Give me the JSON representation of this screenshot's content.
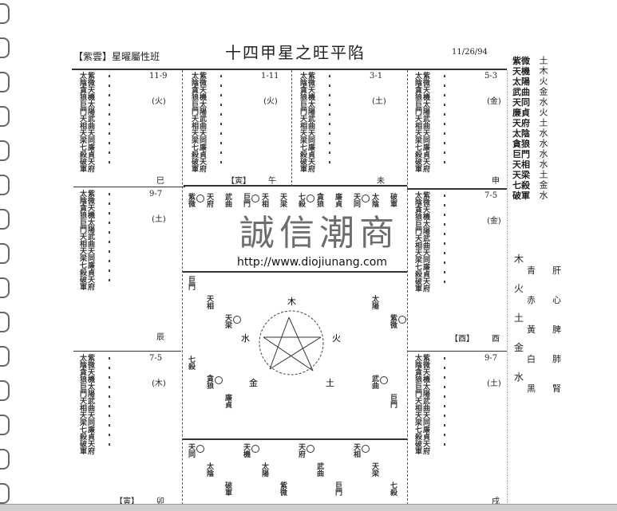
{
  "header": {
    "tag": "【紫雲】星曜屬性班",
    "title": "十四甲星之旺平陷",
    "date": "11/26/94"
  },
  "star_list": "紫微天機太陽武曲天同廉貞天府太陰貪狼巨門天相天梁七殺破軍",
  "palaces": [
    {
      "branch": "巳",
      "code": "11-9",
      "element": "(火)",
      "bracket": ""
    },
    {
      "branch": "午",
      "code": "1-11",
      "element": "(火)",
      "bracket": "【寅】"
    },
    {
      "branch": "未",
      "code": "3-1",
      "element": "(土)",
      "bracket": ""
    },
    {
      "branch": "申",
      "code": "5-3",
      "element": "(金)",
      "bracket": ""
    },
    {
      "branch": "酉",
      "code": "7-5",
      "element": "(金)",
      "bracket": "【酉】"
    },
    {
      "branch": "戌",
      "code": "9-7",
      "element": "(土)",
      "bracket": ""
    },
    {
      "branch": "辰",
      "code": "9-7",
      "element": "(土)",
      "bracket": ""
    },
    {
      "branch": "卯",
      "code": "7-5",
      "element": "(木)",
      "bracket": "【寅】"
    }
  ],
  "star_elements": {
    "stars": "紫微天機太陽武曲天同廉貞天府太陰貪狼巨門天相天梁七殺破軍",
    "elements": "土木火金水火土水水水水土金水"
  },
  "five_elements_legend": [
    {
      "element": "木",
      "color": "青",
      "organ": "肝"
    },
    {
      "element": "火",
      "color": "赤",
      "organ": "心"
    },
    {
      "element": "土",
      "color": "黃",
      "organ": "脾"
    },
    {
      "element": "金",
      "color": "白",
      "organ": "肺"
    },
    {
      "element": "水",
      "color": "黑",
      "organ": "腎"
    }
  ],
  "pentagram": {
    "top": "木",
    "right": "火",
    "bottom_right": "土",
    "bottom_left": "金",
    "left": "水"
  },
  "inner_cells": [
    "紫微",
    "天府",
    "武曲",
    "巨門",
    "天相",
    "天梁",
    "七殺",
    "貪狼",
    "廉貞",
    "天同",
    "太陰",
    "破軍",
    "天機",
    "太陽"
  ],
  "watermark": {
    "text": "誠信潮商",
    "url": "http://www.diojiunang.com"
  }
}
